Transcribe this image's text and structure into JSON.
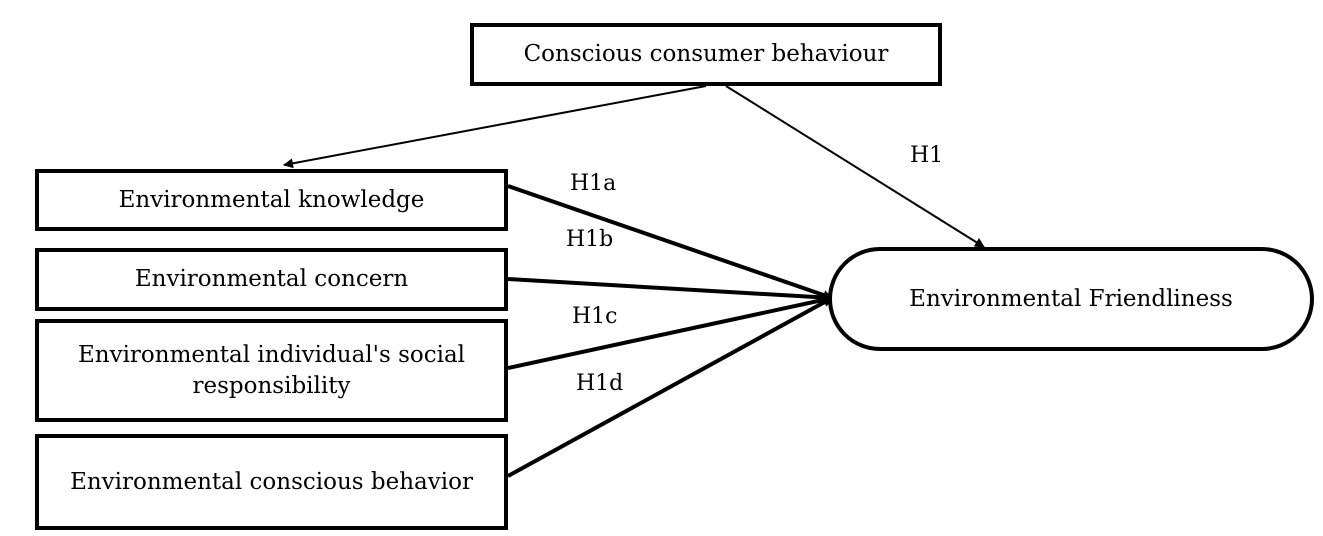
{
  "nodes": {
    "top": "Conscious consumer behaviour",
    "knowledge": "Environmental knowledge",
    "concern": "Environmental concern",
    "responsibility": "Environmental individual's social responsibility",
    "behavior": "Environmental conscious behavior",
    "target": "Environmental Friendliness"
  },
  "hypotheses": {
    "h1": "H1",
    "h1a": "H1a",
    "h1b": "H1b",
    "h1c": "H1c",
    "h1d": "H1d"
  },
  "colors": {
    "stroke": "#000000",
    "background": "#ffffff"
  }
}
